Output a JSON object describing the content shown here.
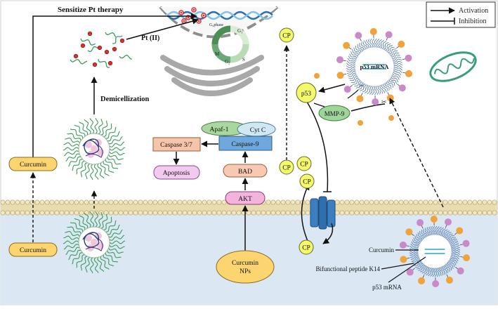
{
  "legend": {
    "activation": "Activation",
    "inhibition": "Inhibition"
  },
  "labels": {
    "sensitize": "Sensitize Pt therapy",
    "pt": "Pt (II)",
    "demicellization": "Demicellization",
    "curcumin_top": "Curcumin",
    "curcumin_bottom": "Curcumin",
    "apaf1": "Apaf-1",
    "cytc": "Cyt C",
    "caspase9": "Caspase-9",
    "caspase37": "Caspase 3/7",
    "apoptosis": "Apoptosis",
    "bad": "BAD",
    "akt": "AKT",
    "curcumin_nps_1": "Curcumin",
    "curcumin_nps_2": "NPs",
    "p53": "p53",
    "mmp9": "MMP-9",
    "p53_mrna_top": "p53 mRNA",
    "cp": "CP",
    "cell_cycle": {
      "g0": "G₀phase",
      "g1": "G₁",
      "s": "S",
      "g2": "G₂",
      "m": "M"
    },
    "np_curcumin": "Curcumin",
    "np_peptide": "Bifunctional peptide K14",
    "np_mrna": "p53 mRNA"
  },
  "colors": {
    "extracellular": "#dbe8f4",
    "membrane_head": "#f1e7c4",
    "curcumin_box": "#fcd571",
    "cp": "#f4f86c",
    "caspase9": "#6fa8dc",
    "apaf": "#a9d7a0",
    "cytc": "#cfe8f3",
    "caspase37": "#f6c4a9",
    "apoptosis": "#f2c9ef",
    "bad": "#f7c9b2",
    "akt": "#f2b4dd",
    "mmp9": "#9fd49b",
    "mitochondria": "#3a9c7e",
    "micelle": "#3c9a5d",
    "np_orange": "#f0a33a",
    "np_purple": "#c98ac9",
    "pt_red": "#d93030"
  }
}
